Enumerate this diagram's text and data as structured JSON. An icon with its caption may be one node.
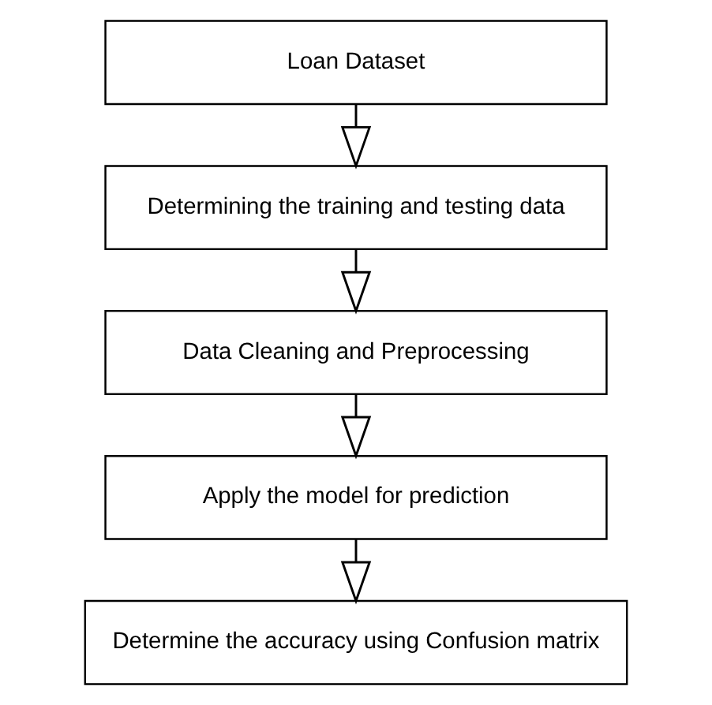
{
  "diagram": {
    "nodes": [
      {
        "text": [
          "Loan Dataset"
        ]
      },
      {
        "text": [
          "Determining the training and testing data"
        ]
      },
      {
        "text": [
          "Data Cleaning and Preprocessing"
        ]
      },
      {
        "text": [
          "Apply the model for prediction"
        ]
      },
      {
        "text": [
          "Determine the accuracy using Confusion matrix"
        ]
      }
    ],
    "edges": [
      {
        "from": 0,
        "to": 1,
        "arrow": "to"
      },
      {
        "from": 1,
        "to": 2,
        "arrow": "to"
      },
      {
        "from": 2,
        "to": 3,
        "arrow": "to"
      },
      {
        "from": 3,
        "to": 4,
        "arrow": "to"
      }
    ]
  }
}
